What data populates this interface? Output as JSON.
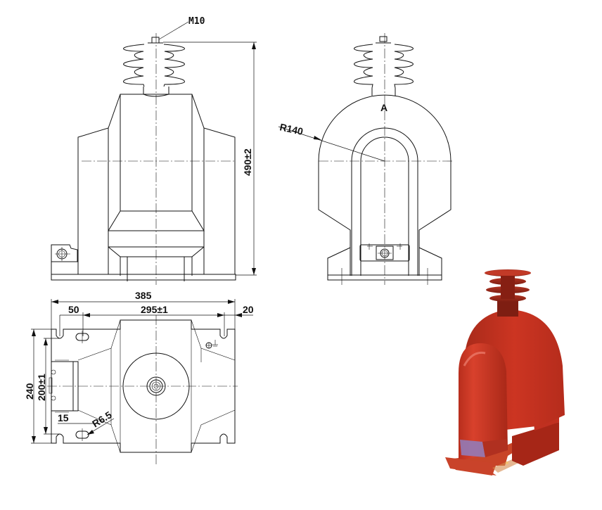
{
  "front_view": {
    "terminal_label": "M10",
    "height_dim": "490±2"
  },
  "side_view": {
    "section_label": "A",
    "radius_label": "R140"
  },
  "top_view": {
    "overall_width": "385",
    "slot_offset": "50",
    "hole_spacing": "295±1",
    "edge_offset": "20",
    "overall_depth": "240",
    "hole_depth_spacing": "200±1",
    "slot_width": "15",
    "slot_radius": "R6.5"
  },
  "photo": {
    "subject": "red epoxy-cast voltage transformer",
    "body_color": "#c8321f",
    "shadow_color": "#9e2416",
    "highlight_color": "#e05a45",
    "base_tint": "#8f7fbf"
  }
}
